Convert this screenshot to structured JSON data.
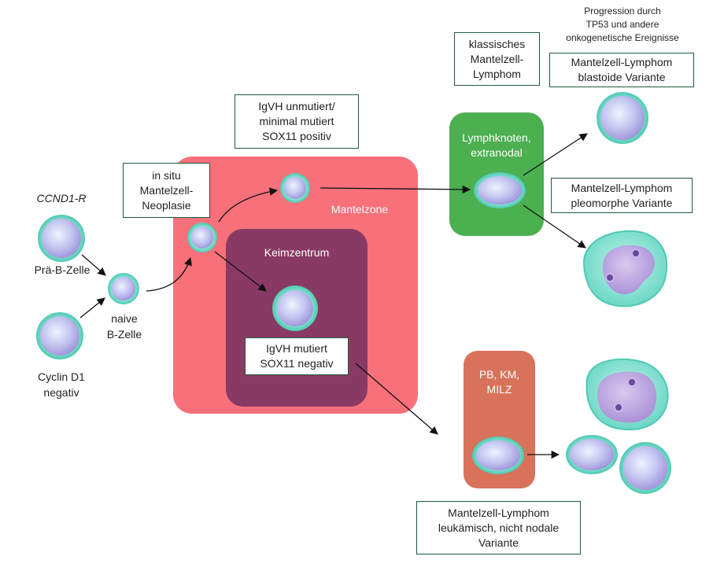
{
  "regions": {
    "mantelzone": "Mantelzone",
    "keimzentrum": "Keimzentrum",
    "lymphknoten": [
      "Lymphknoten,",
      "extranodal"
    ],
    "blood": [
      "PB, KM,",
      "MILZ"
    ]
  },
  "labels": {
    "ccnd1": "CCND1-R",
    "prae_b_zelle": "Prä-B-Zelle",
    "naive_b_zelle": [
      "naive",
      "B-Zelle"
    ],
    "cyclin_d1": [
      "Cyclin D1",
      "negativ"
    ],
    "progression": [
      "Progression durch",
      "TP53 und andere",
      "onkogenetische Ereignisse"
    ]
  },
  "boxes": {
    "in_situ": [
      "in situ",
      "Mantelzell-",
      "Neoplasie"
    ],
    "igvh_unmutiert": [
      "IgVH unmutiert/",
      "minimal mutiert",
      "SOX11 positiv"
    ],
    "igvh_mutiert": [
      "IgVH mutiert",
      "SOX11 negativ"
    ],
    "klassisch": [
      "klassisches",
      "Mantelzell-",
      "Lymphom"
    ],
    "blastoid": [
      "Mantelzell-Lymphom",
      "blastoide Variante"
    ],
    "pleomorph": [
      "Mantelzell-Lymphom",
      "pleomorphe Variante"
    ],
    "leukaemisch": [
      "Mantelzell-Lymphom",
      "leukämisch, nicht nodale",
      "Variante"
    ]
  },
  "colors": {
    "mantelzone": "#f7707a",
    "keimzentrum": "#893a64",
    "lymphknoten": "#4caf50",
    "blood": "#d9725a",
    "cell_rim": "#5fd6c0",
    "cell_nucleus": "#b3a6e3",
    "box_border": "#1e5a3c"
  }
}
